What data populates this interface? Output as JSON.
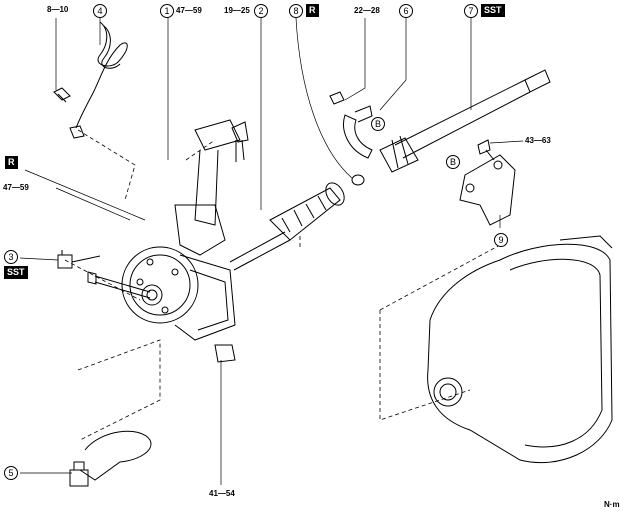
{
  "callouts": [
    {
      "id": "c1",
      "number": "1",
      "torque": "47—59"
    },
    {
      "id": "c2",
      "number": "2",
      "torque": "19—25"
    },
    {
      "id": "c3",
      "number": "3",
      "tag": "SST"
    },
    {
      "id": "c4",
      "number": "4",
      "torque": "8—10"
    },
    {
      "id": "c5",
      "number": "5"
    },
    {
      "id": "c6",
      "number": "6",
      "torque": "22—28"
    },
    {
      "id": "c7",
      "number": "7",
      "tag": "SST"
    },
    {
      "id": "c8",
      "number": "8",
      "tag": "R"
    },
    {
      "id": "c9",
      "number": "9",
      "torque": "43—63"
    }
  ],
  "part_labels": {
    "b_clip": "B",
    "b_bracket": "B"
  },
  "left_r_tag": "R",
  "left_torque": "47—59",
  "bottom_torque": "41—54",
  "unit": "N·m",
  "colors": {
    "line": "#000000",
    "background": "#ffffff",
    "tag_bg": "#000000",
    "tag_fg": "#ffffff"
  }
}
